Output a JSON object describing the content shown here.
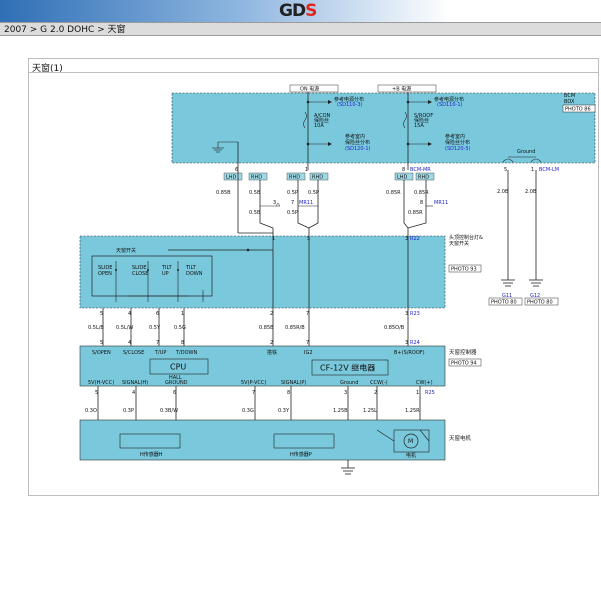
{
  "header": {
    "logo_main": "GD",
    "logo_accent": "S"
  },
  "breadcrumb": "2007 > G 2.0 DOHC > 天窗",
  "section_title": "天窗(1)",
  "colors": {
    "component_fill": "#79c8dc",
    "wire": "#222222",
    "link_blue": "#2222cc",
    "tag_fill": "#9fd9e6"
  },
  "bcm": {
    "label_lines": [
      "BCM",
      "BOX"
    ],
    "photo": "PHOTO 86",
    "on_label": "ON 电源",
    "b_label": "+B 电源",
    "ref1": "参考电源分布",
    "ref1_code": "(SD110-3)",
    "ref2": "参考电源分布",
    "ref2_code": "(SD110-1)",
    "fuse1_lines": [
      "A/CON",
      "保险丝",
      "10A"
    ],
    "fuse2_lines": [
      "S/ROOF",
      "保险丝",
      "15A"
    ],
    "ref3_lines": [
      "参考室内",
      "保险丝分布"
    ],
    "ref3_code": "(SD120-1)",
    "ref4_lines": [
      "参考室内",
      "保险丝分布"
    ],
    "ref4_code": "(SD120-5)",
    "ground": "Ground",
    "pin6": "6",
    "pin1a": "1",
    "pin8": "8",
    "bcm_mr": "BCM-MR",
    "pin5": "5",
    "pin1b": "1",
    "bcm_lm": "BCM-LM",
    "tags": [
      "LHD",
      "RHD",
      "RHD",
      "RHD",
      "LHD",
      "RHD"
    ]
  },
  "upper_wires": {
    "w085b": "0.85B",
    "w05b_1": "0.5B",
    "w05p_1": "0.5P",
    "w05p_2": "0.5P",
    "w085r_1": "0.85R",
    "w085r_2": "0.85R",
    "pin3a": "3",
    "pin7": "7",
    "mr11a": "MR11",
    "pin8b": "8",
    "mr11b": "MR11",
    "w05b_2": "0.5B",
    "w05p_3": "0.5P",
    "w085r_3": "0.85R",
    "w20b_1": "2.0B",
    "w20b_2": "2.0B"
  },
  "switch": {
    "label_lines": [
      "头顶控制台灯&",
      "天窗开关"
    ],
    "photo": "PHOTO 93",
    "name": "天窗开关",
    "slide_open": [
      "SLIDE",
      "OPEN"
    ],
    "slide_close": [
      "SLIDE",
      "CLOSE"
    ],
    "tilt_up": [
      "TILT",
      "UP"
    ],
    "tilt_down": [
      "TILT",
      "DOWN"
    ],
    "top_pins": [
      "1",
      "5",
      "3"
    ],
    "r22": "R22",
    "bottom_pins": [
      "5",
      "4",
      "6",
      "1",
      "2",
      "7",
      "3"
    ],
    "r23": "R23"
  },
  "grounds": {
    "g11": "G11",
    "g11_photo": "PHOTO 80",
    "g12": "G12",
    "g12_photo": "PHOTO 80"
  },
  "mid_wires": [
    "0.5L/B",
    "0.5L/W",
    "0.5Y",
    "0.5G",
    "0.85B",
    "0.85R/B",
    "0.85O/B"
  ],
  "controller": {
    "label": "天窗控制器",
    "photo": "PHOTO 94",
    "top_pins": [
      "5",
      "4",
      "7",
      "8",
      "2",
      "7",
      "3"
    ],
    "r24": "R24",
    "labels": [
      "S/OPEN",
      "S/CLOSE",
      "T/UP",
      "T/DOWN",
      "搭铁",
      "IG2",
      "B+(S/ROOF)"
    ],
    "cpu": "CPU",
    "relay": "CF-12V 继电器",
    "hall_ground": [
      "HALL",
      "GROUND"
    ],
    "bottom_labels": [
      "5V(H-VCC)",
      "SIGNAL(H)",
      "5V(P-VCC)",
      "SIGNAL(P)",
      "Ground",
      "CCW(-)",
      "CW(+)"
    ],
    "bottom_pins": [
      "5",
      "4",
      "6",
      "7",
      "8",
      "3",
      "2",
      "1"
    ],
    "r25": "R25"
  },
  "lower_wires": [
    "0.3O",
    "0.3P",
    "0.3B/W",
    "0.3G",
    "0.3Y",
    "1.25B",
    "1.25L",
    "1.25R"
  ],
  "motor": {
    "label": "天窗电机",
    "sensor_h": "H传感器H",
    "sensor_p": "H传感器P",
    "motor_letter": "M",
    "motor_name": "电机"
  }
}
